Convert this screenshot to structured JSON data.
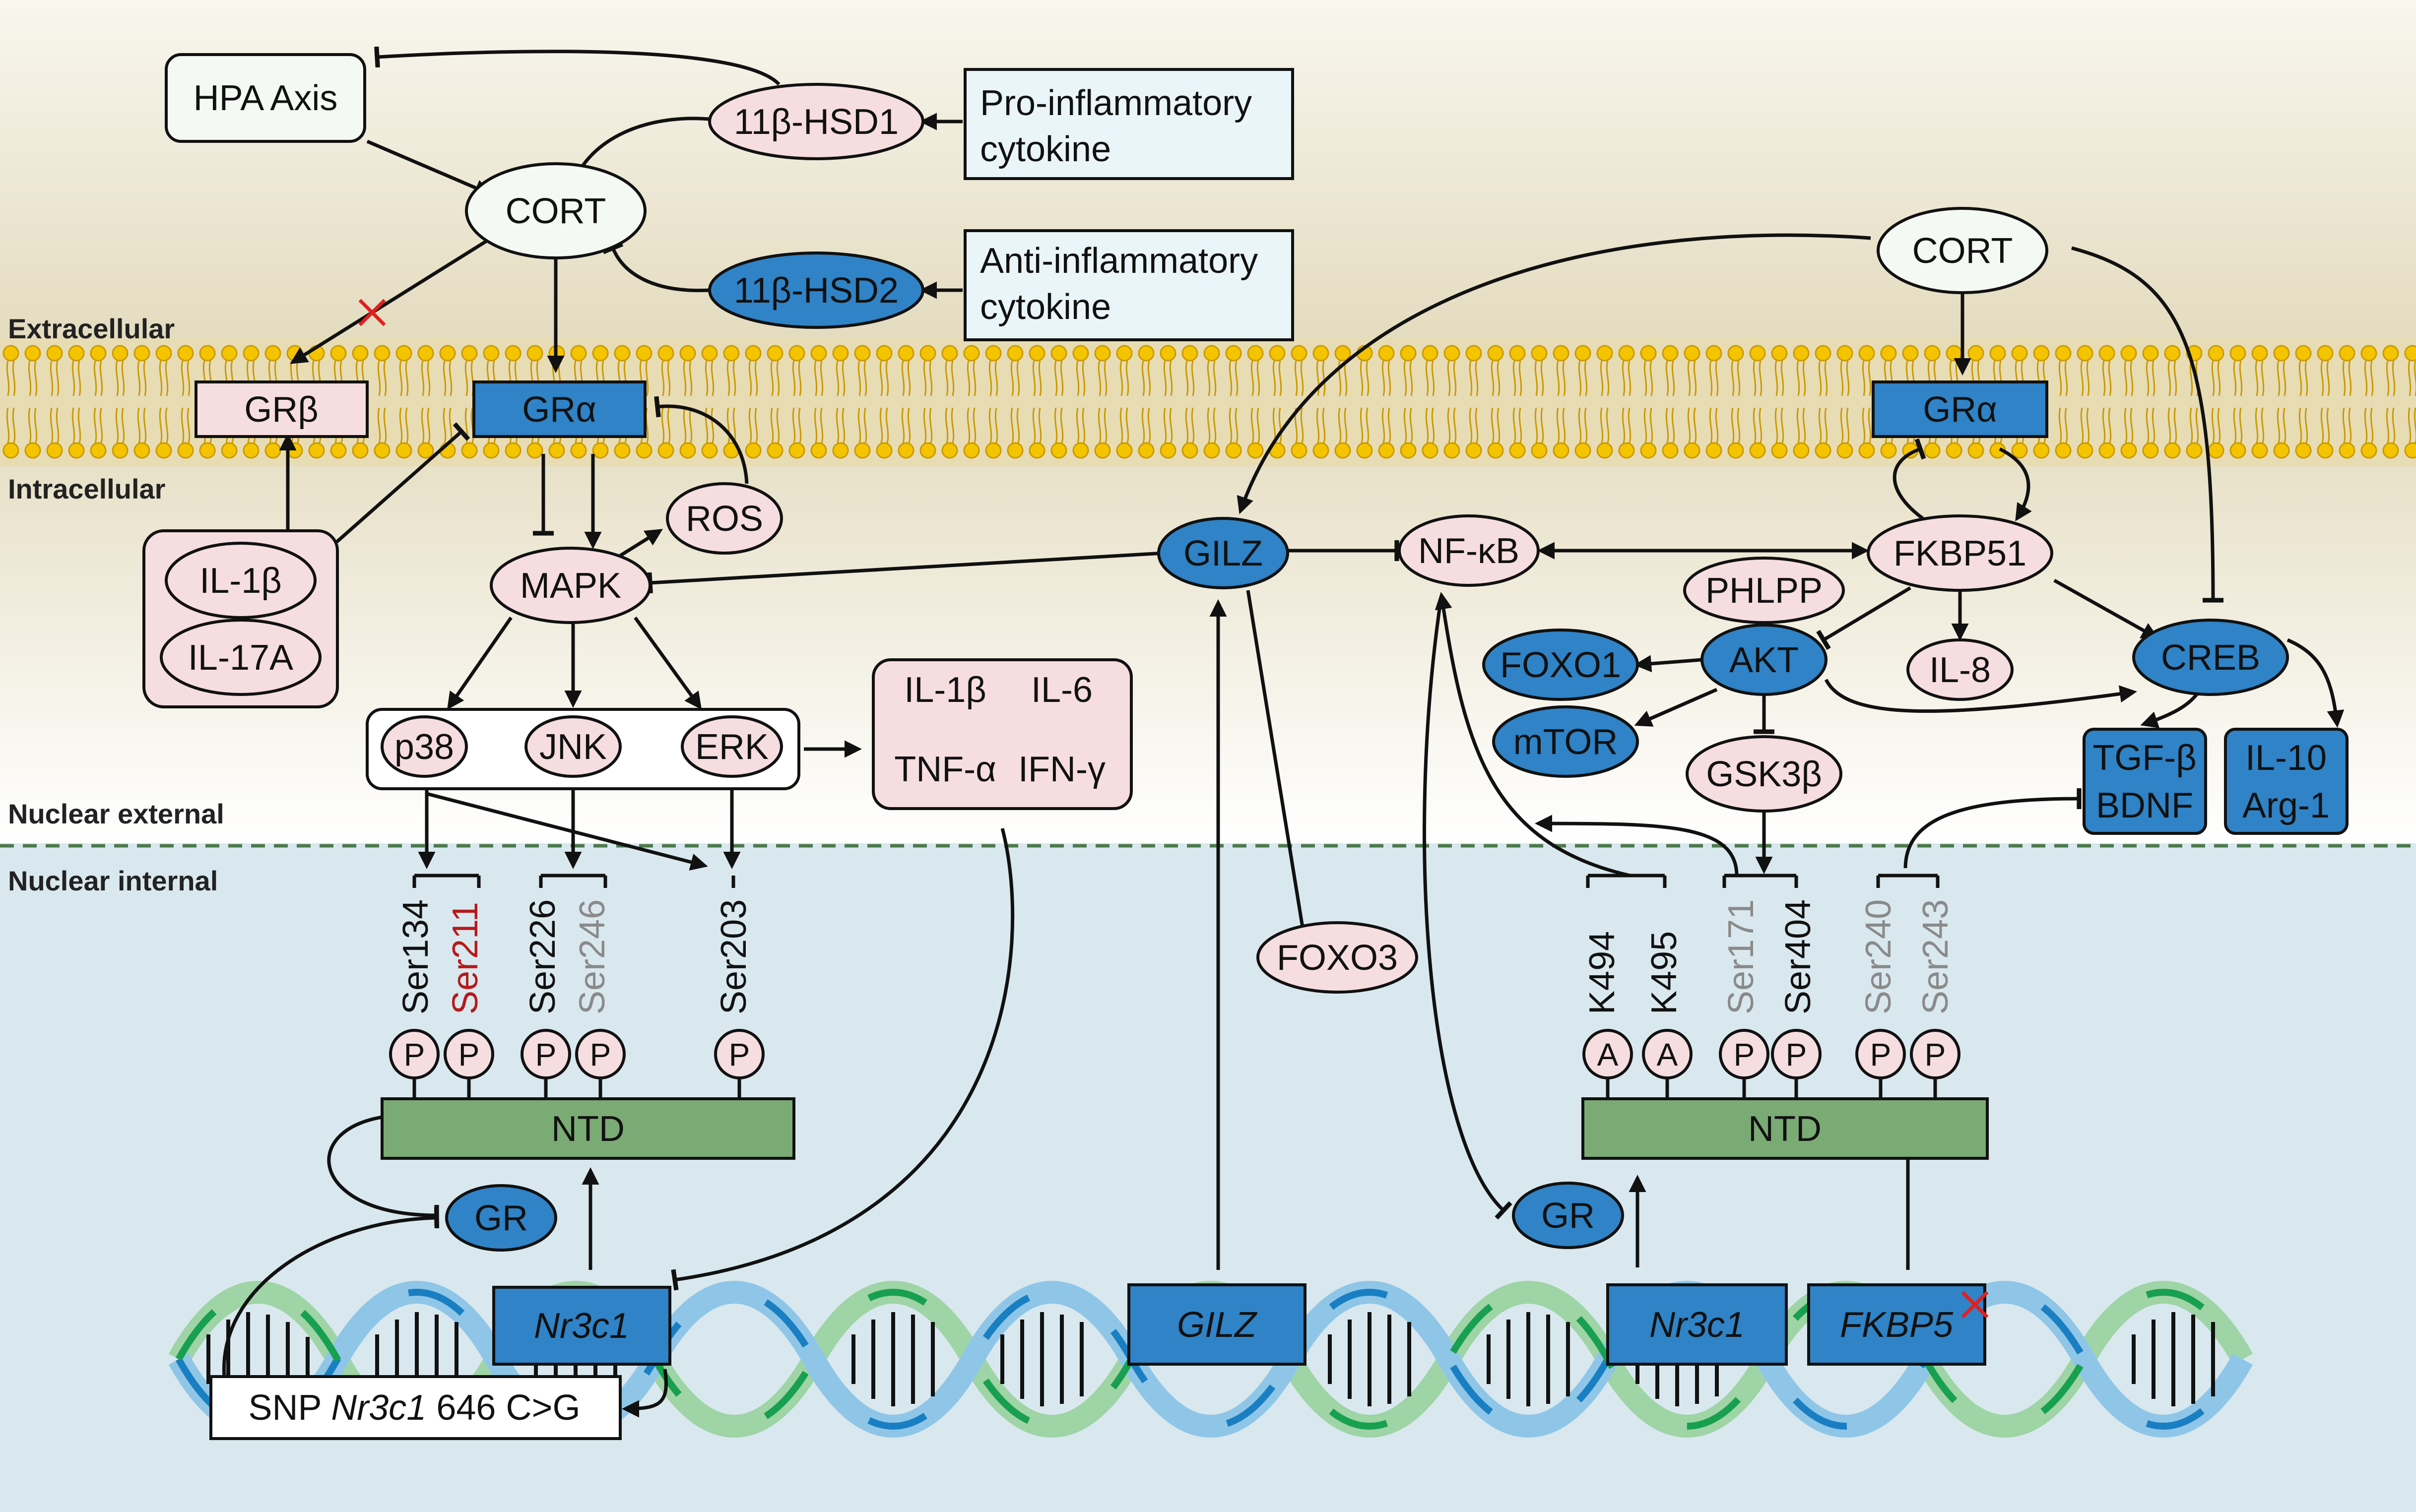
{
  "regions": {
    "extracellular": "Extracellular",
    "intracellular": "Intracellular",
    "nuclear_external": "Nuclear external",
    "nuclear_internal": "Nuclear internal"
  },
  "colors": {
    "blue_node": "#2f83c6",
    "pink_node": "#f6dde0",
    "white_node": "#f4f9f3",
    "light_blue_box": "#eaf5f9",
    "ntd_green": "#7bab74",
    "nucleus_bg": "#d9e8ee",
    "membrane_gold": "#f5c400",
    "inhibit_red": "#e02020",
    "ser211_red": "#b51a1a",
    "grey_label": "#8a8a8a"
  },
  "left": {
    "hpa_axis": "HPA Axis",
    "hsd1": "11β-HSD1",
    "pro_inflammatory": [
      "Pro-inflammatory",
      "cytokine"
    ],
    "cort": "CORT",
    "hsd2": "11β-HSD2",
    "anti_inflammatory": [
      "Anti-inflammatory",
      "cytokine"
    ],
    "gr_beta": "GRβ",
    "gr_alpha": "GRα",
    "ros": "ROS",
    "il1b": "IL-1β",
    "il17a": "IL-17A",
    "mapk": "MAPK",
    "p38": "p38",
    "jnk": "JNK",
    "erk": "ERK",
    "cytokines": [
      "IL-1β",
      "IL-6",
      "TNF-α",
      "IFN-γ"
    ],
    "sites": [
      "Ser134",
      "Ser211",
      "Ser226",
      "Ser246",
      "Ser203"
    ],
    "phospho": "P",
    "ntd": "NTD",
    "gr": "GR",
    "gene": "Nr3c1",
    "snp_prefix": "SNP ",
    "snp_gene": "Nr3c1",
    "snp_suffix": " 646 C>G"
  },
  "center": {
    "gilz": "GILZ",
    "foxo3": "FOXO3",
    "gene": "GILZ"
  },
  "right": {
    "cort": "CORT",
    "gr_alpha": "GRα",
    "nfkb": "NF-κB",
    "fkbp51": "FKBP51",
    "phlpp": "PHLPP",
    "akt": "AKT",
    "foxo1": "FOXO1",
    "mtor": "mTOR",
    "il8": "IL-8",
    "creb": "CREB",
    "gsk3b": "GSK3β",
    "tgfb": "TGF-β",
    "bdnf": "BDNF",
    "il10": "IL-10",
    "arg1": "Arg-1",
    "sites": [
      "K494",
      "K495",
      "Ser171",
      "Ser404",
      "Ser240",
      "Ser243"
    ],
    "acetyl": "A",
    "phospho": "P",
    "ntd": "NTD",
    "gr": "GR",
    "gene1": "Nr3c1",
    "gene2": "FKBP5"
  }
}
